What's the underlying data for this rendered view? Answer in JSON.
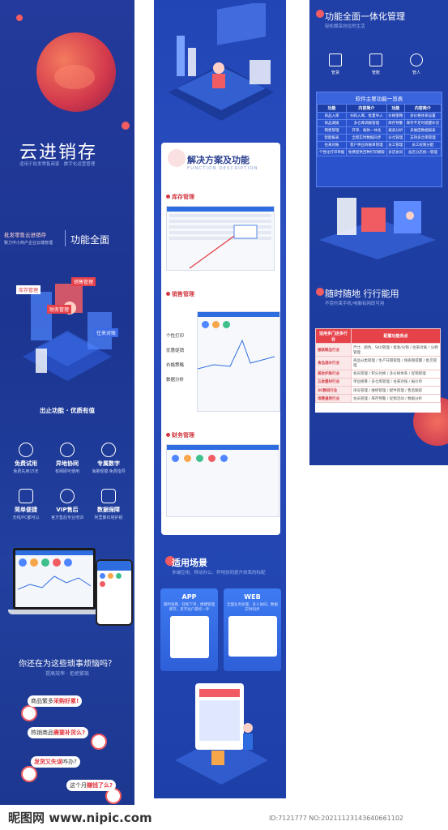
{
  "panel1": {
    "brand": "云进销存",
    "tagline": "适用于批发零售商家 · 数字化运营管理",
    "intro_lines": [
      "批发零售云进销存",
      "致力中小商户企业云端管理"
    ],
    "feature_heading": "功能全面",
    "iso_tags": [
      "库存管理",
      "销售管理",
      "财务管理",
      "往来对账"
    ],
    "section_title": "岀止功能 · 优质有值",
    "features": [
      {
        "title": "免费试用",
        "desc": "免费先用15天",
        "icon": "gift-icon"
      },
      {
        "title": "异地协同",
        "desc": "有网即可使用",
        "icon": "cloud-icon"
      },
      {
        "title": "专属数字",
        "desc": "海量规模·免费指导",
        "icon": "user-icon"
      },
      {
        "title": "简单便捷",
        "desc": "无线/PC都可以",
        "icon": "tap-icon"
      },
      {
        "title": "VIP售后",
        "desc": "官方售后专业培训",
        "icon": "headset-icon"
      },
      {
        "title": "数据保障",
        "desc": "阿里聚石塔护航",
        "icon": "shield-icon"
      }
    ],
    "question": "你还在为这些琐事烦恼吗？",
    "question_sub": "提高效率 · 拒绝繁琐",
    "chats": [
      {
        "pre": "商品繁多",
        "hl": "采购好累!",
        "post": ""
      },
      {
        "pre": "热销商品",
        "hl": "需要补货么?",
        "post": ""
      },
      {
        "pre": "",
        "hl": "发货又失误",
        "post": "咋办?"
      },
      {
        "pre": "这个月",
        "hl": "赚钱了么?",
        "post": ""
      }
    ]
  },
  "panel2": {
    "solution_title": "解决方案及功能",
    "solution_en": "FUNCTION DESCRIPTION",
    "inventory": "库存管理",
    "sales": "销售管理",
    "finance": "财务管理",
    "sales_funcs": [
      "个性打印",
      "优惠促销",
      "价格策略",
      "数据分析"
    ],
    "scene_title": "适用场景",
    "scene_sub": "多端应用、移动办公、异地协同提升效率的标配",
    "scenes": [
      {
        "label": "APP",
        "desc": "随时查看、轻松下单，便捷管理库存，足不出户掌控一手"
      },
      {
        "label": "WEB",
        "desc": "全面业务处理，多人协同，数据实时同步"
      }
    ]
  },
  "panel3": {
    "title": "功能全面一体化管理",
    "subtitle": "轻松拥享向往的生活",
    "roles": [
      {
        "label": "管货",
        "icon": "goods-icon"
      },
      {
        "label": "管账",
        "icon": "ledger-icon"
      },
      {
        "label": "管人",
        "icon": "people-icon"
      }
    ],
    "table_title": "软件主要功能一览表",
    "table_headers": [
      "功能",
      "内容简介",
      "功能",
      "内容简介"
    ],
    "table_rows": [
      [
        "商品入库",
        "扫码入库、批量导入",
        "价格策略",
        "多价格体系设置"
      ],
      [
        "商品调拨",
        "多仓库调拨管理",
        "库存预警",
        "库存不足时提醒补货"
      ],
      [
        "销售管理",
        "开单、收款一体化",
        "报表分析",
        "多维度数据报表"
      ],
      [
        "智能报表",
        "全程实时数据同步",
        "分仓管理",
        "支持多仓库管理"
      ],
      [
        "往来对账",
        "客户供应商账目管理",
        "员工管理",
        "员工权限分配"
      ],
      [
        "个性化打印单据",
        "免费提供百种打印模版",
        "多店协同",
        "总店分店统一管理"
      ]
    ],
    "anytime_title": "随时随地  行行能用",
    "anytime_sub": "不受约束手机/电脑有网即可用",
    "industry_headers": [
      "适用多门店多行业",
      "配置功能亮点"
    ],
    "industries": [
      {
        "name": "服装鞋品行业",
        "desc": "尺寸、颜色、SKU管理 / 批发/分销 / 往来对账 / 分佣管理"
      },
      {
        "name": "食品酒水行业",
        "desc": "商品分类管理 / 生产日期管理 / 保质期提醒 / 批次管理"
      },
      {
        "name": "美妆护肤行业",
        "desc": "会员管理 / 积分兑换 / 多价格体系 / 促销管理"
      },
      {
        "name": "五金建材行业",
        "desc": "单位换算 / 多仓库管理 / 往来对账 / 报价单"
      },
      {
        "name": "3C数码行业",
        "desc": "串号管理 / 维修管理 / 配件管理 / 售后跟踪"
      },
      {
        "name": "母婴通用行业",
        "desc": "会员管理 / 库存预警 / 促销活动 / 数据分析"
      }
    ]
  },
  "footer": {
    "logo": "昵图网 www.nipic.com",
    "id": "ID:7121777 NO:20211123143640661102"
  }
}
